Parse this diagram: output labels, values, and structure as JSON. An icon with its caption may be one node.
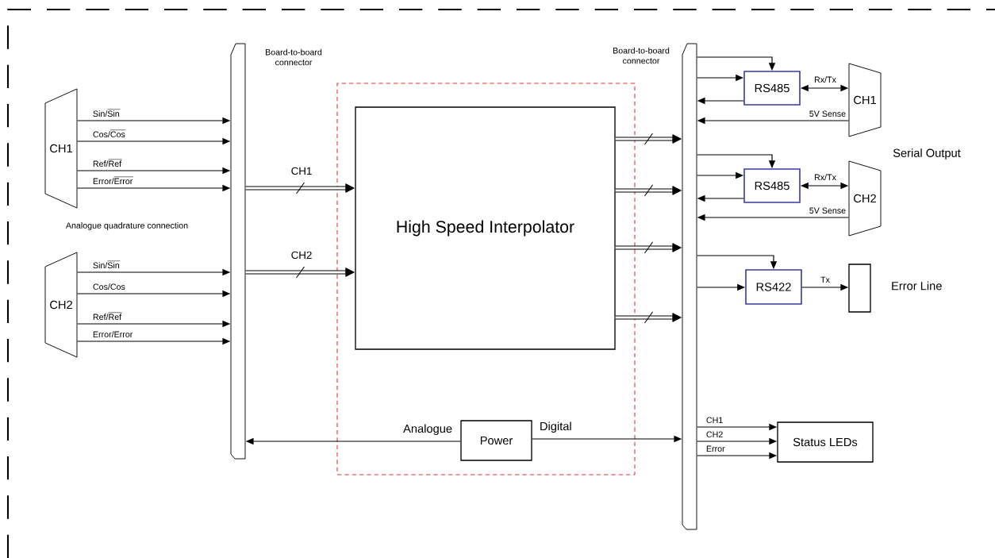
{
  "diagram": {
    "nodes": [
      {
        "text": [
          "Board-to-board connector"
        ]
      },
      {
        "text": [
          "Board-to-board connector"
        ]
      },
      {
        "text": [
          "CH1"
        ]
      },
      {
        "text": [
          "CH2"
        ]
      },
      {
        "text": [],
        "shape": "box"
      },
      {
        "text": [
          "High Speed Interpolator"
        ],
        "in": 4
      },
      {
        "text": [
          "Power"
        ],
        "in": 4
      },
      {
        "text": [
          "RS485"
        ]
      },
      {
        "text": [
          "RS485"
        ]
      },
      {
        "text": [
          "RS422"
        ]
      },
      {
        "text": [
          "CH1"
        ]
      },
      {
        "text": [
          "CH2"
        ]
      },
      {
        "text": [],
        "shape": "box",
        "beside": [
          "Error Line"
        ]
      },
      {
        "text": [
          "Status LEDs"
        ]
      }
    ],
    "edges": [
      {
        "from": 2,
        "to": 0,
        "arrow": "to",
        "label": "Sin/Sin"
      },
      {
        "from": 2,
        "to": 0,
        "arrow": "to",
        "label": "Cos/Cos"
      },
      {
        "from": 2,
        "to": 0,
        "arrow": "to",
        "label": "Ref/Ref"
      },
      {
        "from": 2,
        "to": 0,
        "arrow": "to",
        "label": "Error/Error"
      },
      {
        "from": 3,
        "to": 0,
        "arrow": "to",
        "label": "Sin/Sin"
      },
      {
        "from": 3,
        "to": 0,
        "arrow": "to",
        "label": "Cos/Cos"
      },
      {
        "from": 3,
        "to": 0,
        "arrow": "to",
        "label": "Ref/Ref"
      },
      {
        "from": 3,
        "to": 0,
        "arrow": "to",
        "label": "Error/Error"
      },
      {
        "from": 0,
        "to": 5,
        "arrow": "to",
        "label": "CH1",
        "style": "thick"
      },
      {
        "from": 0,
        "to": 5,
        "arrow": "to",
        "label": "CH2",
        "style": "thick"
      },
      {
        "from": 5,
        "to": 1,
        "arrow": "to",
        "style": "thick"
      },
      {
        "from": 5,
        "to": 1,
        "arrow": "to",
        "style": "thick"
      },
      {
        "from": 5,
        "to": 1,
        "arrow": "to",
        "style": "thick"
      },
      {
        "from": 5,
        "to": 1,
        "arrow": "to",
        "style": "thick"
      },
      {
        "from": 1,
        "to": 7,
        "arrow": "to"
      },
      {
        "from": 1,
        "to": 7,
        "arrow": "to"
      },
      {
        "from": 7,
        "to": 1,
        "arrow": "to"
      },
      {
        "from": 7,
        "to": 10,
        "arrow": "both",
        "label": "Rx/Tx"
      },
      {
        "from": 10,
        "to": 1,
        "arrow": "to",
        "label": "5V Sense"
      },
      {
        "from": 1,
        "to": 8,
        "arrow": "to"
      },
      {
        "from": 1,
        "to": 8,
        "arrow": "to"
      },
      {
        "from": 8,
        "to": 1,
        "arrow": "to"
      },
      {
        "from": 8,
        "to": 11,
        "arrow": "both",
        "label": "Rx/Tx"
      },
      {
        "from": 11,
        "to": 1,
        "arrow": "to",
        "label": "5V Sense"
      },
      {
        "from": 1,
        "to": 9,
        "arrow": "to"
      },
      {
        "from": 1,
        "to": 9,
        "arrow": "to"
      },
      {
        "from": 9,
        "to": 12,
        "arrow": "to",
        "label": "Tx"
      },
      {
        "from": 6,
        "to": 0,
        "arrow": "to",
        "label": "Analogue"
      },
      {
        "from": 6,
        "to": 1,
        "arrow": "to",
        "label": "Digital"
      },
      {
        "from": 1,
        "to": 13,
        "arrow": "to",
        "label": "CH1"
      },
      {
        "from": 1,
        "to": 13,
        "arrow": "to",
        "label": "CH2"
      },
      {
        "from": 1,
        "to": 13,
        "arrow": "to",
        "label": "Error"
      }
    ],
    "labels": [
      "Analogue quadrature connection",
      "Serial Output"
    ]
  }
}
